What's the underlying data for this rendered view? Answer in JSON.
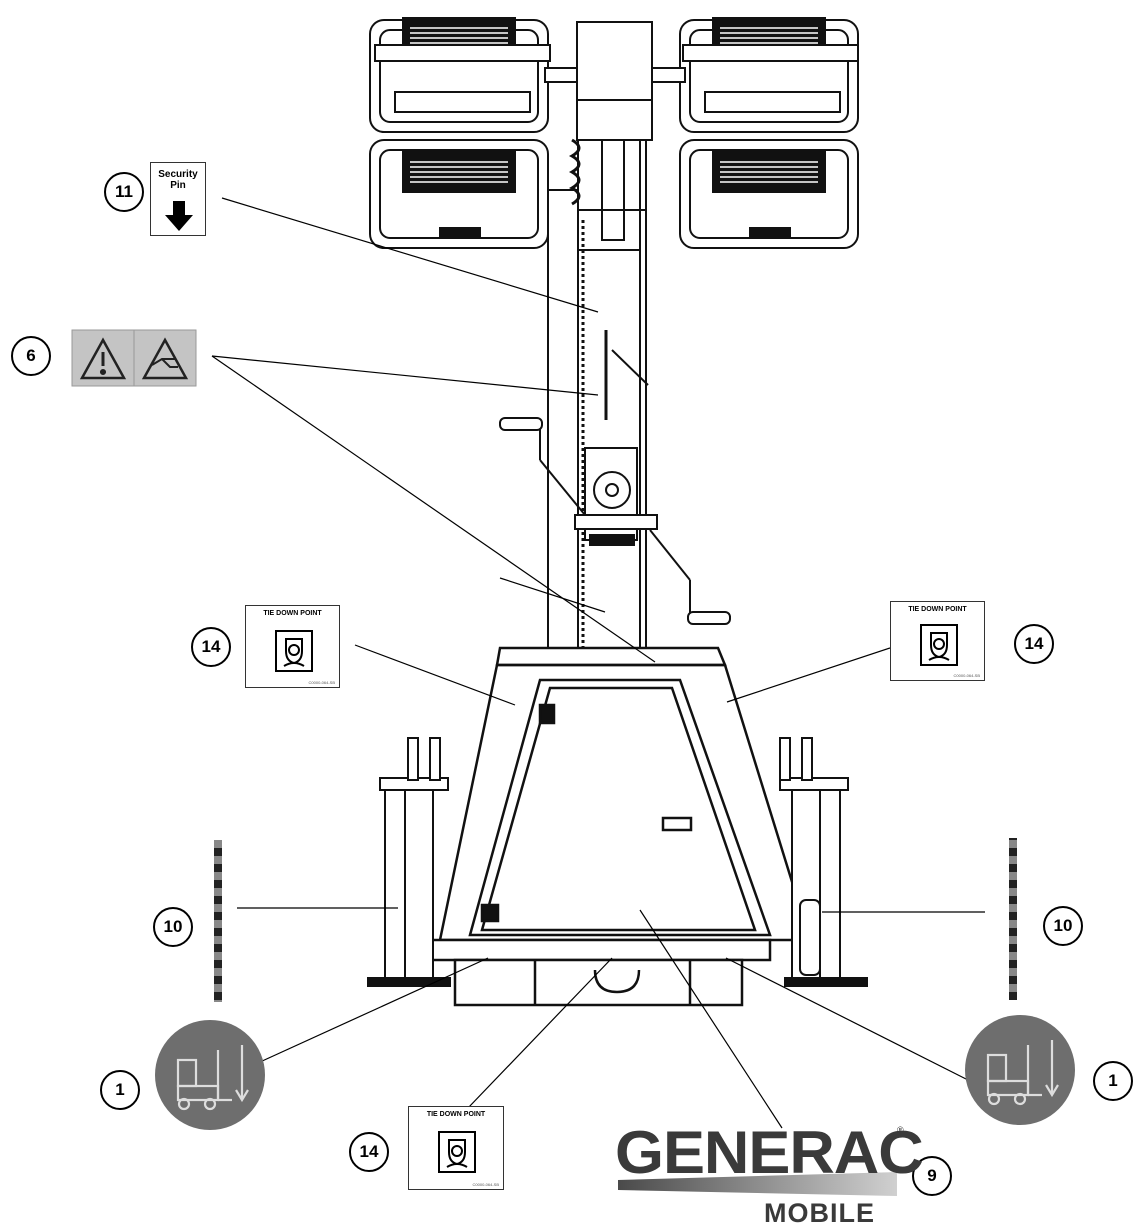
{
  "callouts": {
    "c11": "11",
    "c6": "6",
    "c14_left": "14",
    "c14_right": "14",
    "c10_left": "10",
    "c10_right": "10",
    "c1_left": "1",
    "c1_right": "1",
    "c14_bottom": "14",
    "c9": "9"
  },
  "decals": {
    "security_pin": {
      "line1": "Security",
      "line2": "Pin",
      "icon": "down-arrow-icon"
    },
    "warning_pair": {
      "icons": [
        "warning-triangle-icon",
        "hand-pinch-hazard-icon"
      ]
    },
    "tie_down": {
      "title": "TIE DOWN POINT",
      "code": "C0000-064-SB",
      "icon": "tie-down-hook-icon"
    },
    "forklift": {
      "icon": "forklift-lift-point-icon"
    }
  },
  "logo": {
    "brand": "GENERAC",
    "mark": "®",
    "sub": "MOBILE"
  },
  "colors": {
    "line": "#000000",
    "machine": "#1a1a1a",
    "decal_gray": "#c4c4c4",
    "forklift_disc": "#6e6e6e",
    "logo": "#3a3a3a"
  }
}
